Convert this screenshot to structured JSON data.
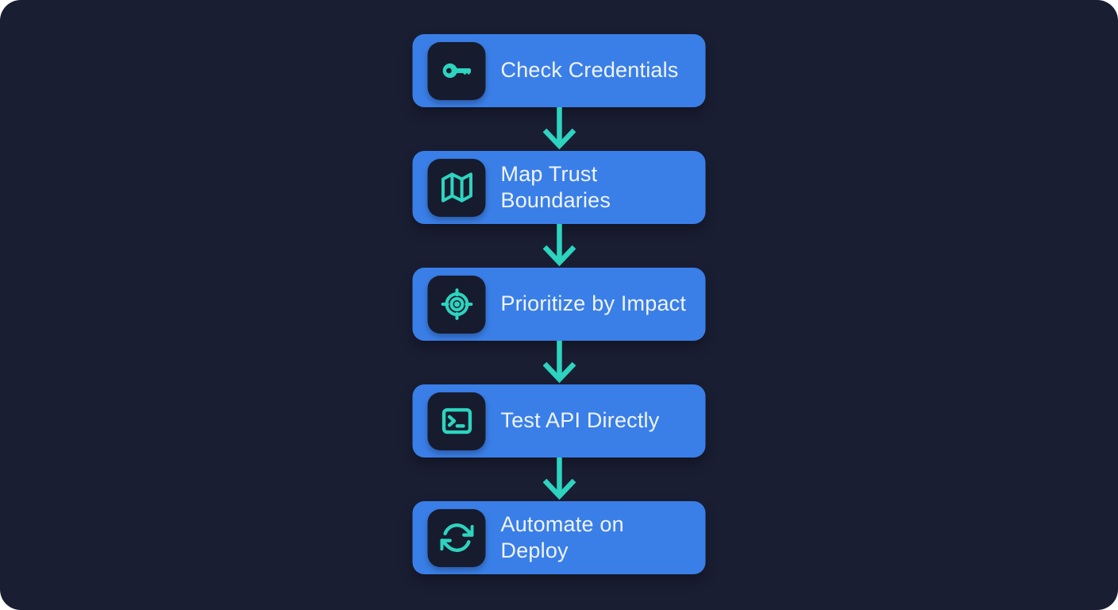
{
  "diagram": {
    "type": "flowchart",
    "direction": "vertical",
    "steps": [
      {
        "label": "Check Credentials",
        "icon": "key-icon"
      },
      {
        "label": "Map Trust\nBoundaries",
        "icon": "map-icon"
      },
      {
        "label": "Prioritize by Impact",
        "icon": "target-icon"
      },
      {
        "label": "Test API Directly",
        "icon": "terminal-icon"
      },
      {
        "label": "Automate on Deploy",
        "icon": "sync-icon"
      }
    ],
    "connector": "down-arrow"
  },
  "colors": {
    "background": "#1a1e33",
    "box_blue": "#3a7fe8",
    "icon_tile": "#171b2e",
    "accent_teal": "#2dd4bf",
    "text": "#f0f4fa"
  }
}
